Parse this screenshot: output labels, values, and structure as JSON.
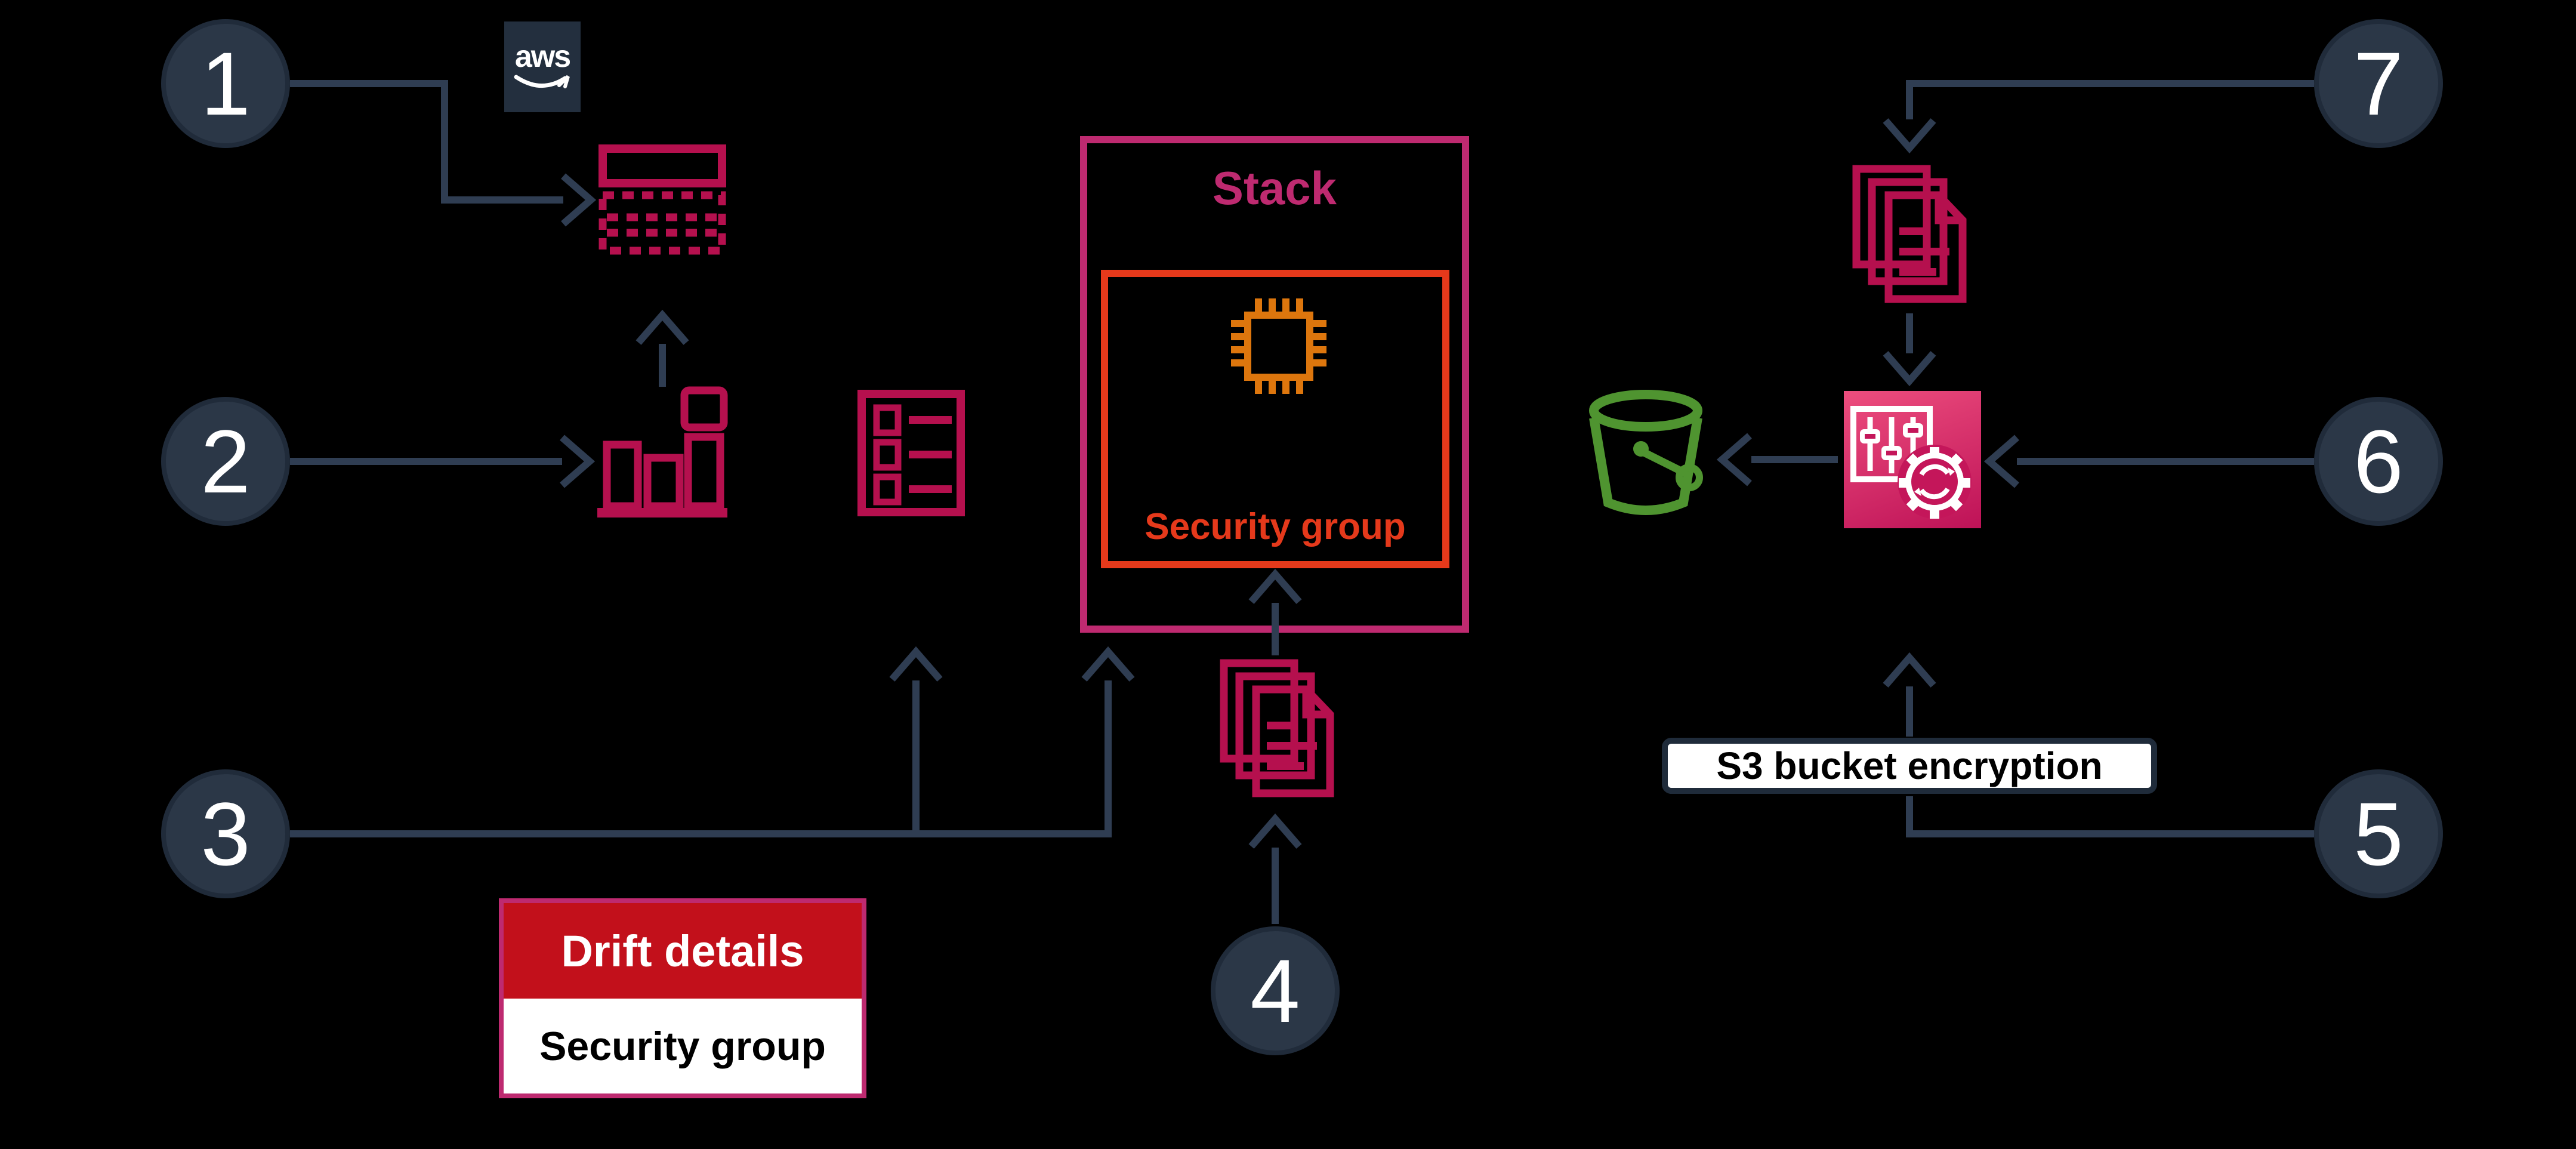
{
  "steps": [
    "1",
    "2",
    "3",
    "4",
    "5",
    "6",
    "7"
  ],
  "labels": {
    "aws_logo": "aws",
    "stack": "Stack",
    "security_group": "Security group",
    "drift_header": "Drift details",
    "drift_resource": "Security group",
    "s3_encryption": "S3 bucket encryption"
  },
  "icons": {
    "aws": "aws-logo",
    "template_table": "table-template-icon",
    "drift_results": "bar-chart-icon",
    "checklist": "checklist-icon",
    "chip": "cpu-chip-icon",
    "stack_documents": "documents-icon",
    "report_documents": "documents-icon",
    "s3": "s3-bucket-icon",
    "automation": "sliders-gear-icon",
    "smile": "amazon-smile-icon"
  },
  "colors": {
    "bg": "#000000",
    "line": "#2F3D52",
    "circle_fill": "#2B3747",
    "circle_stroke": "#202B3A",
    "circle_text": "#FFFFFF",
    "crimson": "#B5104E",
    "stack_pink": "#BE2A70",
    "orange": "#E5391B",
    "chip_orange": "#DD760D",
    "green": "#4F9430",
    "drift_red": "#C2101B",
    "aws_navy": "#232F3E",
    "config_grad_top": "#ED4E7E",
    "config_grad_bottom": "#BE1257",
    "label_border": "#1F2B3A"
  }
}
